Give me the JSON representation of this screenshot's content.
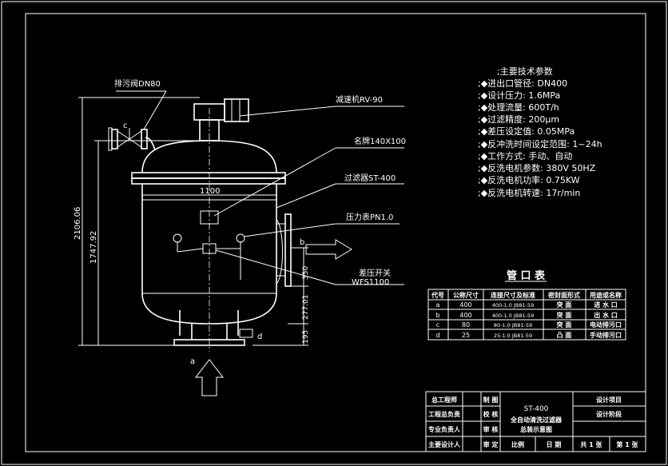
{
  "drawing": {
    "labels": {
      "drain_valve": "排污阀DN80",
      "reducer": "减速机RV-90",
      "nameplate": "名牌140X100",
      "filter": "过滤器ST-400",
      "pressure_gauge": "压力表PN1.0",
      "dp_switch_line1": "差压开关",
      "dp_switch_line2": "WFS1100"
    },
    "dimensions": {
      "width_1100": "1100",
      "height_2106": "2106.06",
      "height_1747": "1747.92",
      "d350": "350",
      "d277": "277.01",
      "d195": "195"
    },
    "port_letters": {
      "a": "a",
      "b": "b",
      "c": "c",
      "d": "d"
    }
  },
  "tech_params": {
    "title": ";主要技术参数",
    "items": [
      ";◆进出口管径: DN400",
      ";◆设计压力: 1.6MPa",
      ";◆处理流量: 600T/h",
      ";◆过滤精度: 200μm",
      ";◆差压设定值: 0.05MPa",
      ";◆反冲洗时间设定范围: 1~24h",
      ";◆工作方式: 手动、自动",
      ";◆反洗电机参数: 380V 50HZ",
      ";◆反洗电机功率: 0.75KW",
      ";◆反洗电机转速: 17r/min"
    ]
  },
  "pipe_table": {
    "title": "管 口 表",
    "headers": [
      "代号",
      "公称尺寸",
      "连接尺寸及标准",
      "密封面形式",
      "用途或名称"
    ],
    "rows": [
      [
        "a",
        "400",
        "400-1.0 JB81-59",
        "突 面",
        "进 水 口"
      ],
      [
        "b",
        "400",
        "400-1.0 JB81-59",
        "突 面",
        "出 水 口"
      ],
      [
        "c",
        "80",
        "80-1.0 JB81-59",
        "突 面",
        "电动排污口"
      ],
      [
        "d",
        "25",
        "25-1.0 JB81-59",
        "凸 面",
        "手动排污口"
      ]
    ]
  },
  "title_block": {
    "left_rows": [
      [
        "总工程师",
        "制 图"
      ],
      [
        "工程总负责",
        "校 核"
      ],
      [
        "专业负责人",
        "审 核"
      ],
      [
        "主要设计人",
        "审 定"
      ]
    ],
    "model": "ST-400",
    "drawing_name_line1": "全自动清洗过滤器",
    "drawing_name_line2": "总装示意图",
    "ratio_label": "比例",
    "date_label": "日 期",
    "design_project": "设计项目",
    "design_stage": "设计阶段",
    "sheet_total": "共 1 张",
    "sheet_no": "第 1 张"
  }
}
